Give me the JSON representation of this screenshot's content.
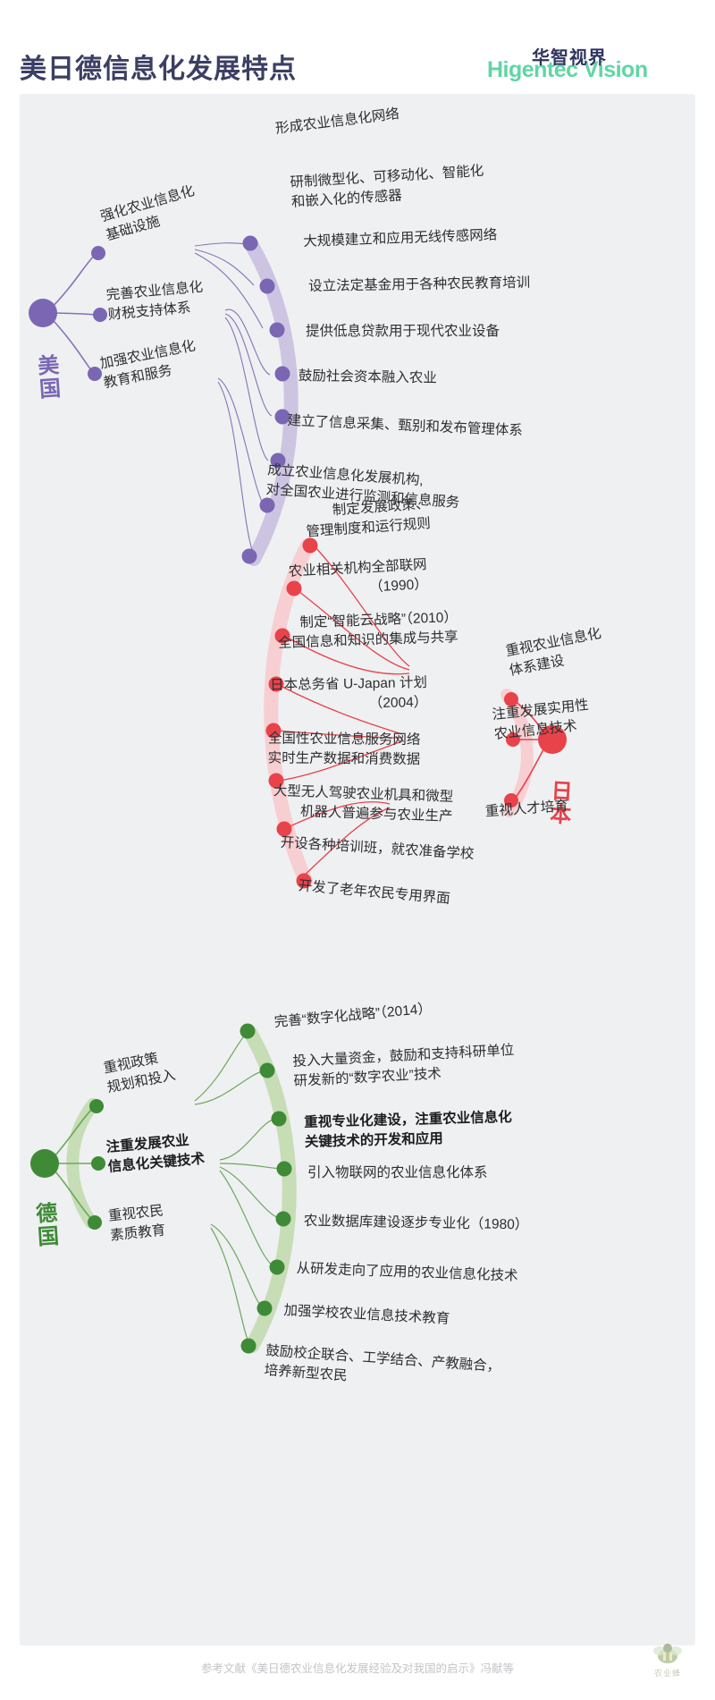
{
  "header": {
    "title": "美日德信息化发展特点",
    "logo_cn": "华智视界",
    "logo_en": "Higentec Vision",
    "logo_cn_color": "#2f3460",
    "logo_en_color": "#5fd6a4"
  },
  "footer": {
    "reference": "参考文献《美日德农业信息化发展经验及对我国的启示》冯献等",
    "watermark": "农业蜂"
  },
  "palette": {
    "background": "#eff0f2",
    "us": "#7b66b4",
    "us_arc": "#cdc4e2",
    "jp": "#e8424a",
    "jp_arc": "#f7cfd2",
    "de": "#3f8a36",
    "de_arc": "#c6ddb6",
    "text": "#2e2e30"
  },
  "sections": [
    {
      "id": "usa",
      "country_label": "美国",
      "accent": "#7b66b4",
      "branches": [
        "强化农业信息化\n基础设施",
        "完善农业信息化\n财税支持体系",
        "加强农业信息化\n教育和服务"
      ],
      "leaves": [
        "形成农业信息化网络",
        "研制微型化、可移动化、智能化\n和嵌入化的传感器",
        "大规模建立和应用无线传感网络",
        "设立法定基金用于各种农民教育培训",
        "提供低息贷款用于现代农业设备",
        "鼓励社会资本融入农业",
        "建立了信息采集、甄别和发布管理体系",
        "成立农业信息化发展机构,\n对全国农业进行监测和信息服务"
      ]
    },
    {
      "id": "japan",
      "country_label": "日本",
      "accent": "#e8424a",
      "branches": [
        "重视农业信息化\n体系建设",
        "注重发展实用性\n农业信息技术",
        "重视人才培育"
      ],
      "leaves": [
        "制定发展政策、\n管理制度和运行规则",
        "农业相关机构全部联网\n（1990）",
        "制定“智能云战略”（2010）\n全国信息和知识的集成与共享",
        "日本总务省 U-Japan 计划\n（2004）",
        "全国性农业信息服务网络\n实时生产数据和消费数据",
        "大型无人驾驶农业机具和微型\n机器人普遍参与农业生产",
        "开设各种培训班，就农准备学校",
        "开发了老年农民专用界面"
      ]
    },
    {
      "id": "germany",
      "country_label": "德国",
      "accent": "#3f8a36",
      "branches": [
        "重视政策\n规划和投入",
        "注重发展农业\n信息化关键技术",
        "重视农民\n素质教育"
      ],
      "branch_bold": [
        false,
        true,
        false
      ],
      "leaves": [
        "完善“数字化战略”（2014）",
        "投入大量资金，鼓励和支持科研单位\n研发新的“数字农业”技术",
        "重视专业化建设，注重农业信息化\n关键技术的开发和应用",
        "引入物联网的农业信息化体系",
        "农业数据库建设逐步专业化（1980）",
        "从研发走向了应用的农业信息化技术",
        "加强学校农业信息技术教育",
        "鼓励校企联合、工学结合、产教融合，\n培养新型农民"
      ],
      "leaf_bold": [
        false,
        false,
        true,
        false,
        false,
        false,
        false,
        false
      ]
    }
  ]
}
